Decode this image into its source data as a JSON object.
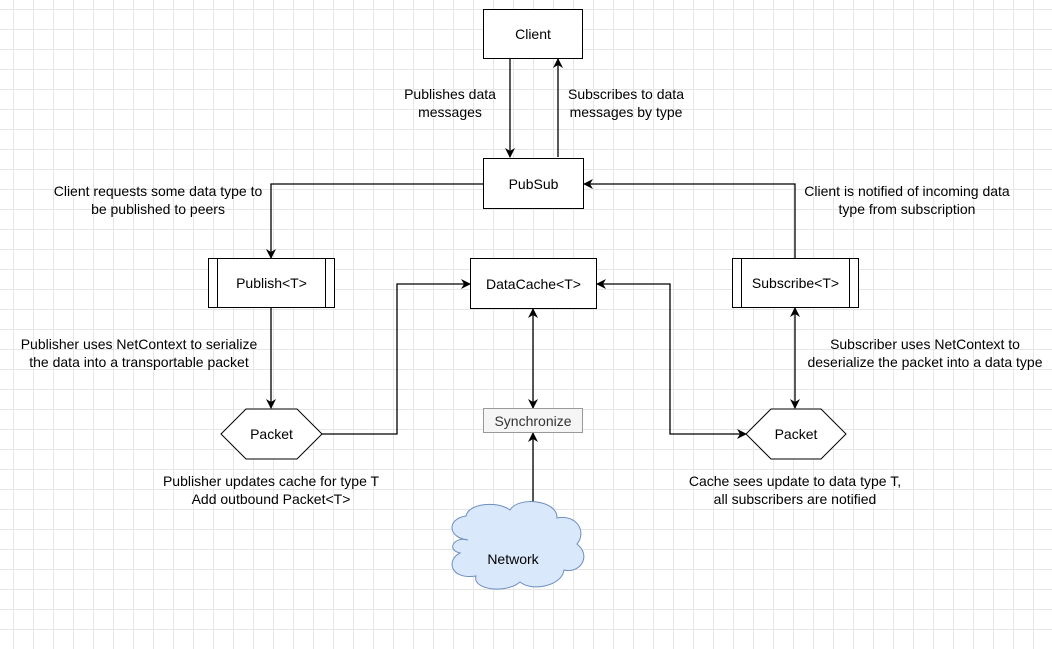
{
  "nodes": {
    "client": "Client",
    "pubsub": "PubSub",
    "publish": "Publish<T>",
    "datacache": "DataCache<T>",
    "subscribe": "Subscribe<T>",
    "packet_left": "Packet",
    "packet_right": "Packet",
    "synchronize": "Synchronize",
    "network": "Network"
  },
  "edge_labels": {
    "publishes": [
      "Publishes data",
      "messages"
    ],
    "subscribes": [
      "Subscribes to data",
      "messages by type"
    ],
    "client_requests": [
      "Client requests some data type to",
      "be published to peers"
    ],
    "client_notified": [
      "Client is notified of incoming data",
      "type from subscription"
    ],
    "publisher_serialize": [
      "Publisher uses NetContext to serialize",
      "the data into a transportable packet"
    ],
    "subscriber_deserialize": [
      "Subscriber uses NetContext to",
      "deserialize the packet into a data type"
    ],
    "publisher_updates": [
      "Publisher updates cache for type T",
      "Add outbound Packet<T>"
    ],
    "cache_sees": [
      "Cache sees update to data type T,",
      "all subscribers are notified"
    ]
  },
  "colors": {
    "line": "#000000",
    "grid": "#e6e6e6",
    "cloud_fill": "#dae8fc",
    "cloud_stroke": "#6c8ebf",
    "sync_fill": "#f5f5f5",
    "sync_stroke": "#999999"
  }
}
